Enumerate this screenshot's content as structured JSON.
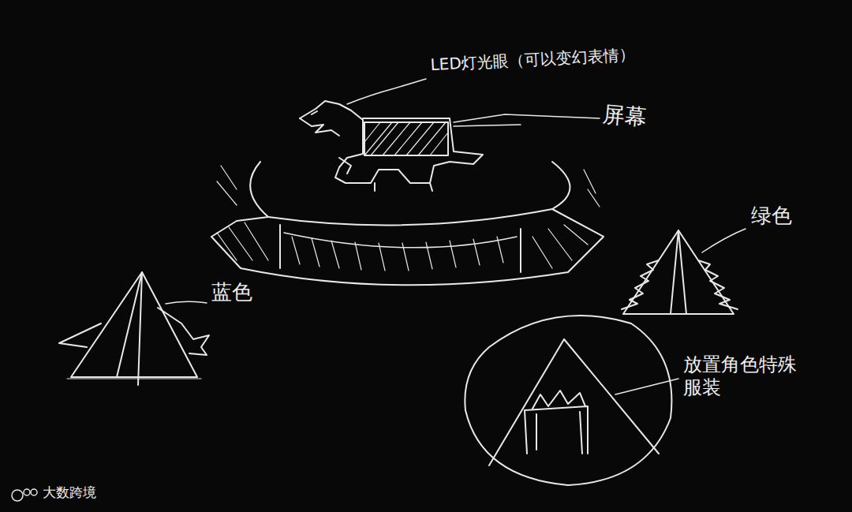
{
  "diagram": {
    "labels": [
      "LED灯光眼（可以变幻表情）",
      "屏幕",
      "蓝色",
      "绿色",
      "放置角色特殊服装",
      "大数跨境"
    ]
  }
}
